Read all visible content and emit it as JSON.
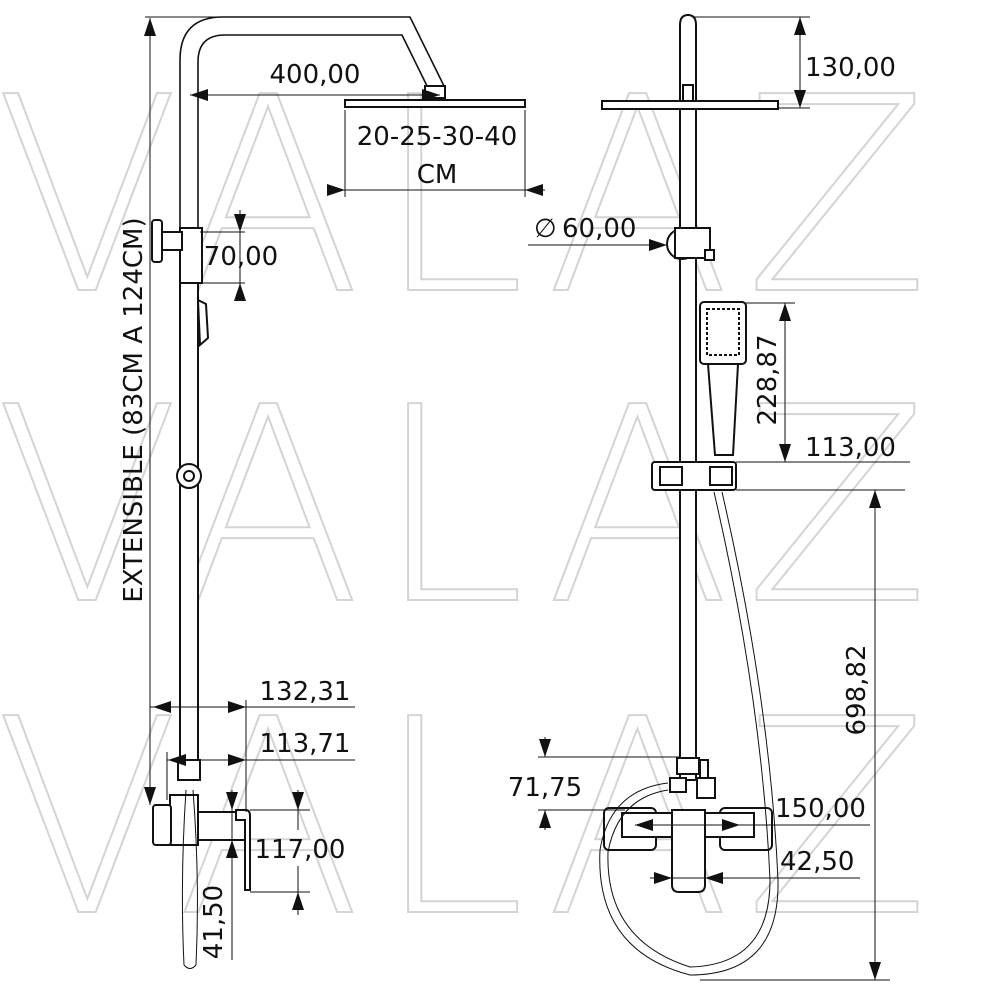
{
  "watermark": "VALAZ",
  "left_view": {
    "extension_label": "EXTENSIBLE (83CM A 124CM)",
    "arm_length": "400,00",
    "head_sizes": "20-25-30-40",
    "head_unit": "CM",
    "diverter_height": "70,00",
    "depth_total": "132,31",
    "depth_body": "113,71",
    "mixer_height": "117,00",
    "mixer_offset": "41,50"
  },
  "right_view": {
    "head_height": "130,00",
    "pipe_diameter_symbol": "∅",
    "pipe_diameter": "60,00",
    "hand_shower_length": "228,87",
    "slider_width": "113,00",
    "slider_to_floor": "698,82",
    "mixer_offset": "71,75",
    "mixer_width": "150,00",
    "spout_width": "42,50"
  }
}
